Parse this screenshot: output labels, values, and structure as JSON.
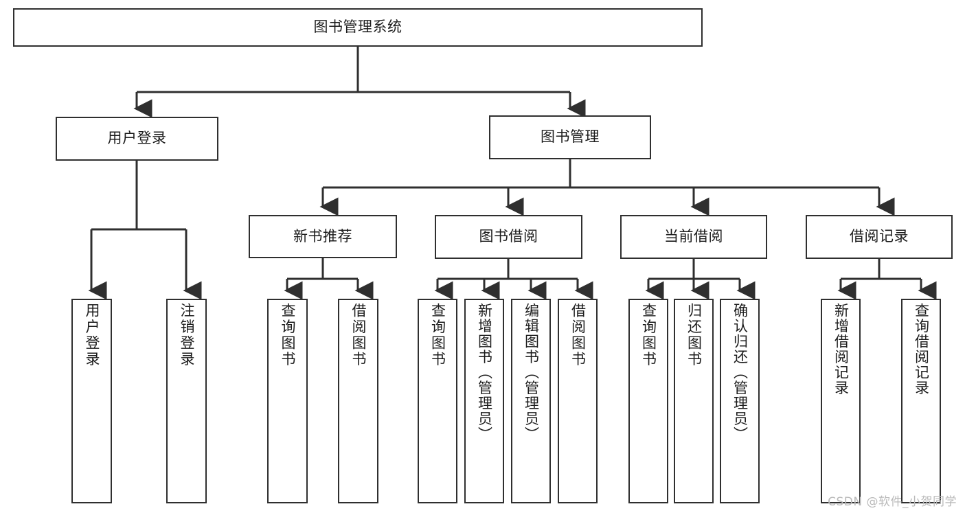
{
  "diagram": {
    "type": "tree-hierarchy",
    "title": "图书管理系统",
    "watermark": "CSDN @软件_小贺同学",
    "colors": {
      "background": "#ffffff",
      "border": "#2f2f2f",
      "text": "#1b1b1b",
      "connector": "#2f2f2f",
      "watermark": "#b9b9b9"
    },
    "levels": [
      {
        "level": 0,
        "nodes": [
          {
            "id": "root",
            "label": "图书管理系统",
            "orientation": "horizontal"
          }
        ]
      },
      {
        "level": 1,
        "nodes": [
          {
            "id": "user-login",
            "label": "用户登录",
            "orientation": "horizontal",
            "parent": "root"
          },
          {
            "id": "book-manage",
            "label": "图书管理",
            "orientation": "horizontal",
            "parent": "root"
          }
        ]
      },
      {
        "level": 2,
        "nodes": [
          {
            "id": "new-book-rec",
            "label": "新书推荐",
            "orientation": "horizontal",
            "parent": "book-manage"
          },
          {
            "id": "book-borrow",
            "label": "图书借阅",
            "orientation": "horizontal",
            "parent": "book-manage"
          },
          {
            "id": "current-borrow",
            "label": "当前借阅",
            "orientation": "horizontal",
            "parent": "book-manage"
          },
          {
            "id": "borrow-record",
            "label": "借阅记录",
            "orientation": "horizontal",
            "parent": "book-manage"
          }
        ]
      },
      {
        "level": 3,
        "nodes": [
          {
            "id": "leaf-user-login",
            "label": "用户登录",
            "orientation": "vertical",
            "parent": "user-login"
          },
          {
            "id": "leaf-user-logout",
            "label": "注销登录",
            "orientation": "vertical",
            "parent": "user-login"
          },
          {
            "id": "leaf-rec-query",
            "label": "查询图书",
            "orientation": "vertical",
            "parent": "new-book-rec"
          },
          {
            "id": "leaf-rec-borrow",
            "label": "借阅图书",
            "orientation": "vertical",
            "parent": "new-book-rec"
          },
          {
            "id": "leaf-borrow-query",
            "label": "查询图书",
            "orientation": "vertical",
            "parent": "book-borrow"
          },
          {
            "id": "leaf-borrow-add",
            "label": "新增图书（管理员）",
            "orientation": "vertical",
            "parent": "book-borrow"
          },
          {
            "id": "leaf-borrow-edit",
            "label": "编辑图书（管理员）",
            "orientation": "vertical",
            "parent": "book-borrow"
          },
          {
            "id": "leaf-borrow-do",
            "label": "借阅图书",
            "orientation": "vertical",
            "parent": "book-borrow"
          },
          {
            "id": "leaf-cur-query",
            "label": "查询图书",
            "orientation": "vertical",
            "parent": "current-borrow"
          },
          {
            "id": "leaf-cur-return",
            "label": "归还图书",
            "orientation": "vertical",
            "parent": "current-borrow"
          },
          {
            "id": "leaf-cur-confirm",
            "label": "确认归还（管理员）",
            "orientation": "vertical",
            "parent": "current-borrow"
          },
          {
            "id": "leaf-rec-add",
            "label": "新增借阅记录",
            "orientation": "vertical",
            "parent": "borrow-record"
          },
          {
            "id": "leaf-rec-search",
            "label": "查询借阅记录",
            "orientation": "vertical",
            "parent": "borrow-record"
          }
        ]
      }
    ]
  }
}
